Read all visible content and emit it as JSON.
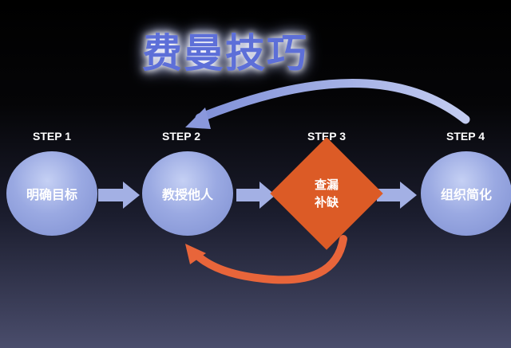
{
  "title": "费曼技巧",
  "steps": [
    {
      "label": "STEP 1",
      "text": "明确目标"
    },
    {
      "label": "STEP 2",
      "text": "教授他人"
    },
    {
      "label": "STEP 3",
      "text_line1": "查漏",
      "text_line2": "补缺"
    },
    {
      "label": "STEP 4",
      "text": "组织简化"
    }
  ],
  "colors": {
    "circle": "#9aa9e2",
    "diamond": "#dc5b26",
    "feedback_arrow": "#e8653a",
    "return_arrow": "#a9b6e6",
    "title": "#5d6fd8"
  }
}
